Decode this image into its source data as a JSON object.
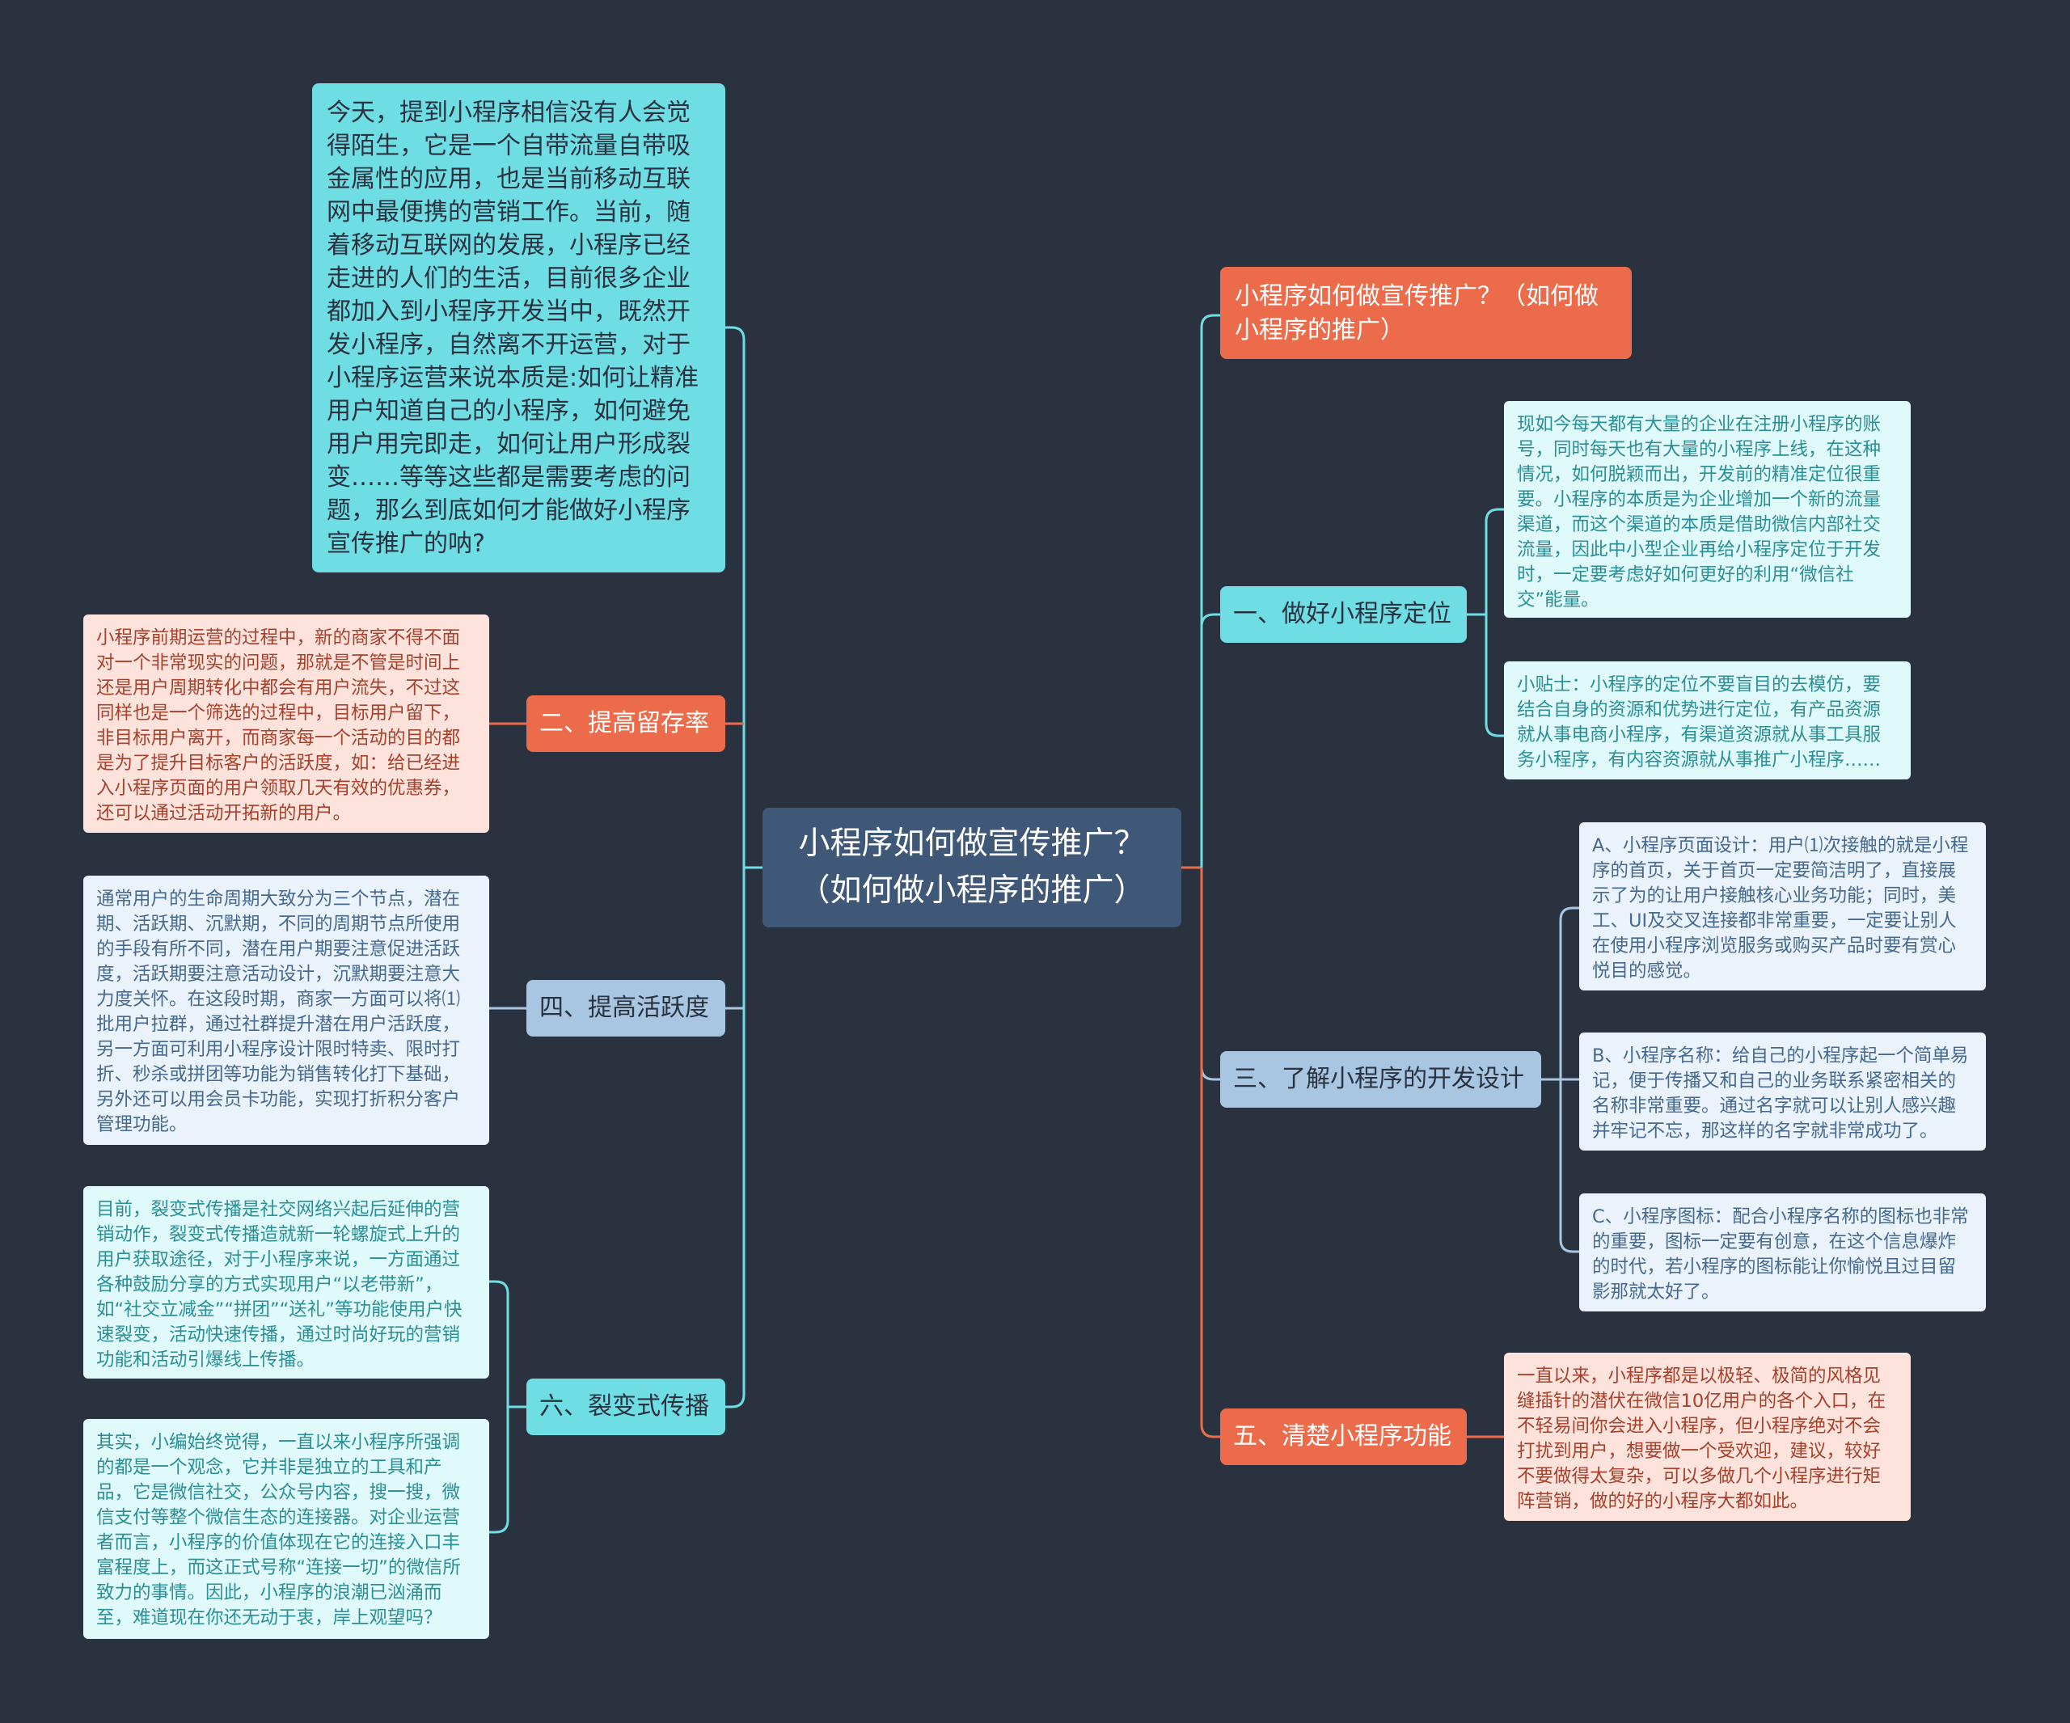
{
  "root": {
    "title": "小程序如何做宣传推广？（如何做小程序的推广）"
  },
  "colors": {
    "background": "#2b323f",
    "orange": "#ec6b4b",
    "cyan": "#6fdde4",
    "blue": "#a8c6e2",
    "root": "#3f5878"
  },
  "left": {
    "intro": "今天，提到小程序相信没有人会觉得陌生，它是一个自带流量自带吸金属性的应用，也是当前移动互联网中最便携的营销工作。当前，随着移动互联网的发展，小程序已经走进的人们的生活，目前很多企业都加入到小程序开发当中，既然开发小程序，自然离不开运营，对于小程序运营来说本质是:如何让精准用户知道自己的小程序，如何避免用户用完即走，如何让用户形成裂变……等等这些都是需要考虑的问题，那么到底如何才能做好小程序宣传推广的呐?",
    "branch2": {
      "title": "二、提高留存率",
      "detail": "小程序前期运营的过程中，新的商家不得不面对一个非常现实的问题，那就是不管是时间上还是用户周期转化中都会有用户流失，不过这同样也是一个筛选的过程中，目标用户留下，非目标用户离开，而商家每一个活动的目的都是为了提升目标客户的活跃度，如：给已经进入小程序页面的用户领取几天有效的优惠券，还可以通过活动开拓新的用户。"
    },
    "branch4": {
      "title": "四、提高活跃度",
      "detail": "通常用户的生命周期大致分为三个节点，潜在期、活跃期、沉默期，不同的周期节点所使用的手段有所不同，潜在用户期要注意促进活跃度，活跃期要注意活动设计，沉默期要注意大力度关怀。在这段时期，商家一方面可以将⑴批用户拉群，通过社群提升潜在用户活跃度，另一方面可利用小程序设计限时特卖、限时打折、秒杀或拼团等功能为销售转化打下基础，另外还可以用会员卡功能，实现打折积分客户管理功能。"
    },
    "branch6": {
      "title": "六、裂变式传播",
      "details": [
        "目前，裂变式传播是社交网络兴起后延伸的营销动作，裂变式传播造就新一轮螺旋式上升的用户获取途径，对于小程序来说，一方面通过各种鼓励分享的方式实现用户“以老带新”，如“社交立减金”“拼团”“送礼”等功能使用户快速裂变，活动快速传播，通过时尚好玩的营销功能和活动引爆线上传播。",
        "其实，小编始终觉得，一直以来小程序所强调的都是一个观念，它并非是独立的工具和产品，它是微信社交，公众号内容，搜一搜，微信支付等整个微信生态的连接器。对企业运营者而言，小程序的价值体现在它的连接入口丰富程度上，而这正式号称“连接一切”的微信所致力的事情。因此，小程序的浪潮已汹涌而至，难道现在你还无动于衷，岸上观望吗？"
      ]
    }
  },
  "right": {
    "title_node": "小程序如何做宣传推广？（如何做小程序的推广）",
    "branch1": {
      "title": "一、做好小程序定位",
      "details": [
        "现如今每天都有大量的企业在注册小程序的账号，同时每天也有大量的小程序上线，在这种情况，如何脱颖而出，开发前的精准定位很重要。小程序的本质是为企业增加一个新的流量渠道，而这个渠道的本质是借助微信内部社交流量，因此中小型企业再给小程序定位于开发时，一定要考虑好如何更好的利用“微信社交”能量。",
        "小贴士：小程序的定位不要盲目的去模仿，要结合自身的资源和优势进行定位，有产品资源就从事电商小程序，有渠道资源就从事工具服务小程序，有内容资源就从事推广小程序……"
      ]
    },
    "branch3": {
      "title": "三、了解小程序的开发设计",
      "details": [
        "A、小程序页面设计：用户⑴次接触的就是小程序的首页，关于首页一定要简洁明了，直接展示了为的让用户接触核心业务功能；同时，美工、UI及交叉连接都非常重要，一定要让别人在使用小程序浏览服务或购买产品时要有赏心悦目的感觉。",
        "B、小程序名称：给自己的小程序起一个简单易记，便于传播又和自己的业务联系紧密相关的名称非常重要。通过名字就可以让别人感兴趣并牢记不忘，那这样的名字就非常成功了。",
        "C、小程序图标：配合小程序名称的图标也非常的重要，图标一定要有创意，在这个信息爆炸的时代，若小程序的图标能让你愉悦且过目留影那就太好了。"
      ]
    },
    "branch5": {
      "title": "五、清楚小程序功能",
      "detail": "一直以来，小程序都是以极轻、极简的风格见缝插针的潜伏在微信10亿用户的各个入口，在不轻易间你会进入小程序，但小程序绝对不会打扰到用户，想要做一个受欢迎，建议，较好不要做得太复杂，可以多做几个小程序进行矩阵营销，做的好的小程序大都如此。"
    }
  }
}
